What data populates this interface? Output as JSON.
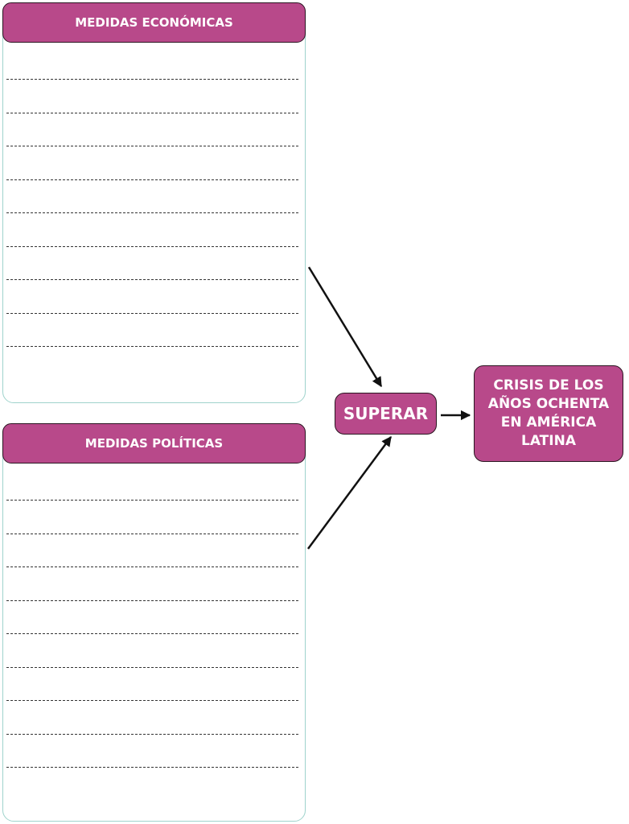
{
  "panels": {
    "economic": {
      "title": "MEDIDAS ECONÓMICAS",
      "blank_lines": 9
    },
    "political": {
      "title": "MEDIDAS POLÍTICAS",
      "blank_lines": 9
    }
  },
  "center_box": {
    "label": "SUPERAR"
  },
  "result_box": {
    "label": "CRISIS DE LOS AÑOS OCHENTA EN AMÉRICA LATINA"
  },
  "colors": {
    "accent": "#b8498a",
    "panel_border": "#9fd3cc",
    "outline": "#2a1520",
    "arrow": "#111111"
  }
}
